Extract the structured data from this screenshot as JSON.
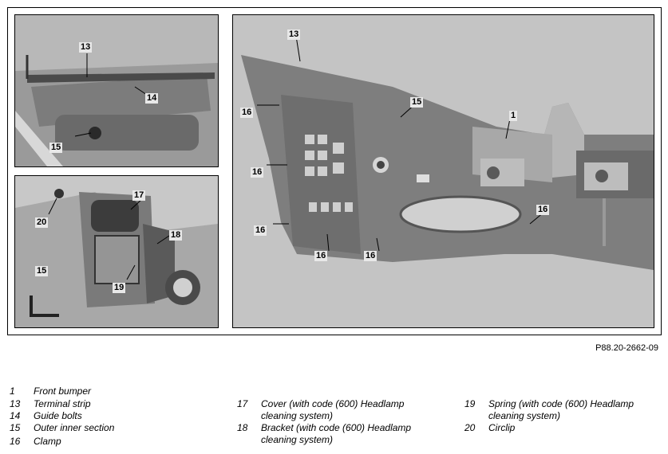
{
  "figure_id": "P88.20-2662-09",
  "callouts": {
    "top_left": [
      "13",
      "14",
      "15"
    ],
    "bottom_left": [
      "17",
      "18",
      "20",
      "15",
      "19"
    ],
    "right": [
      "13",
      "15",
      "1",
      "16",
      "16",
      "16",
      "16",
      "16",
      "16"
    ]
  },
  "legend": [
    {
      "num": "1",
      "text": "Front bumper"
    },
    {
      "num": "13",
      "text": "Terminal strip"
    },
    {
      "num": "14",
      "text": "Guide bolts"
    },
    {
      "num": "15",
      "text": "Outer inner section"
    },
    {
      "num": "16",
      "text": "Clamp"
    },
    {
      "num": "17",
      "text": "Cover (with code (600) Headlamp cleaning system)"
    },
    {
      "num": "18",
      "text": "Bracket (with code (600) Headlamp cleaning system)"
    },
    {
      "num": "19",
      "text": "Spring (with code (600) Headlamp cleaning system)"
    },
    {
      "num": "20",
      "text": "Circlip"
    }
  ]
}
